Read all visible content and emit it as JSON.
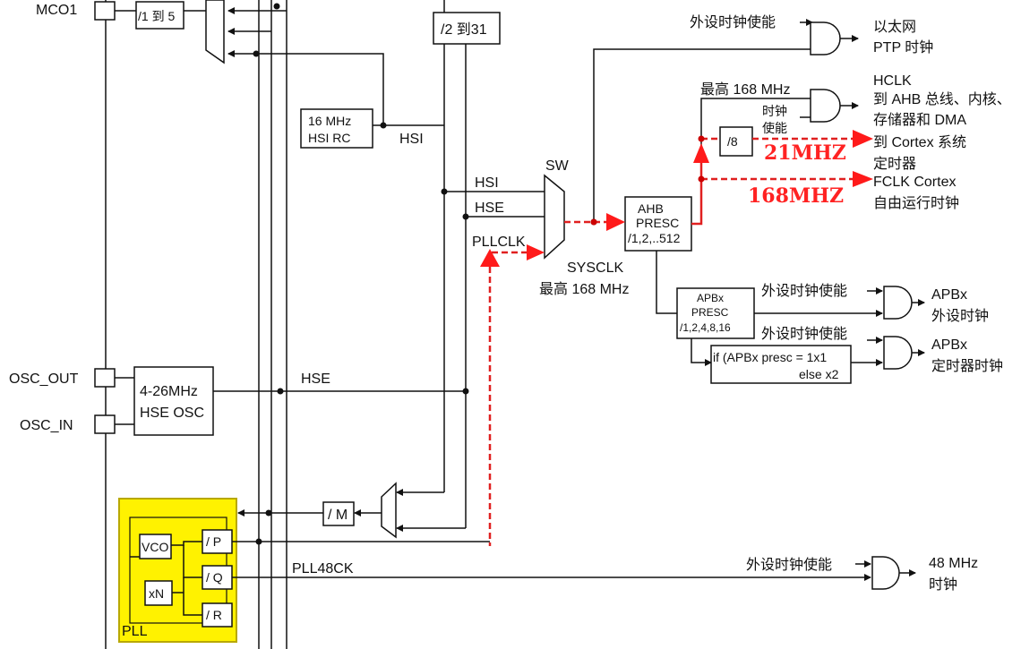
{
  "pins": {
    "mco1": "MCO1",
    "osc_out": "OSC_OUT",
    "osc_in": "OSC_IN"
  },
  "blocks": {
    "mco_div": "/1 到 5",
    "div_2_31": "/2 到31",
    "hsi_rc_line1": "16 MHz",
    "hsi_rc_line2": "HSI RC",
    "hse_osc_line1": "4-26MHz",
    "hse_osc_line2": "HSE OSC",
    "pll_m": "/ M",
    "ahb_line1": "AHB",
    "ahb_line2": "PRESC",
    "ahb_line3": "/1,2,..512",
    "div8": "/8",
    "apb_line1": "APBx",
    "apb_line2": "PRESC",
    "apb_line3": "/1,2,4,8,16",
    "apb_timer_line1": "if (APBx presc = 1x1",
    "apb_timer_line2": "else x2",
    "pll_label": "PLL",
    "vco": "VCO",
    "xn": "xN",
    "div_p": "/ P",
    "div_q": "/ Q",
    "div_r": "/ R"
  },
  "signals": {
    "hsi_top": "HSI",
    "hsi_mux": "HSI",
    "hse_mux": "HSE",
    "pllclk": "PLLCLK",
    "hse_line": "HSE",
    "sw": "SW",
    "sysclk": "SYSCLK",
    "sysclk_max": "最高 168 MHz",
    "pll48ck": "PLL48CK",
    "hclk_max": "最高 168 MHz",
    "clk_enable_1": "时钟",
    "clk_enable_2": "使能"
  },
  "outputs": {
    "ptp_enable": "外设时钟使能",
    "ptp_line1": "以太网",
    "ptp_line2": "PTP 时钟",
    "hclk_title": "HCLK",
    "hclk_line2": "到 AHB 总线、内核、",
    "hclk_line3": "存储器和 DMA",
    "cortex_timer_line1": "到 Cortex 系统",
    "cortex_timer_line2": "定时器",
    "fclk_line1": "FCLK Cortex",
    "fclk_line2": "自由运行时钟",
    "apb_periph_enable": "外设时钟使能",
    "apb_periph_line1": "APBx",
    "apb_periph_line2": "外设时钟",
    "apb_timer_enable": "外设时钟使能",
    "apb_timer_line1": "APBx",
    "apb_timer_line2": "定时器时钟",
    "usb48_enable": "外设时钟使能",
    "usb48_line1": "48 MHz",
    "usb48_line2": "时钟"
  },
  "annotations": {
    "freq_21": "21MHZ",
    "freq_168": "168MHZ"
  },
  "colors": {
    "annotation_red": "#ff2222",
    "pll_fill": "#fff200",
    "pll_border": "#b8a800",
    "wire": "#111111"
  }
}
